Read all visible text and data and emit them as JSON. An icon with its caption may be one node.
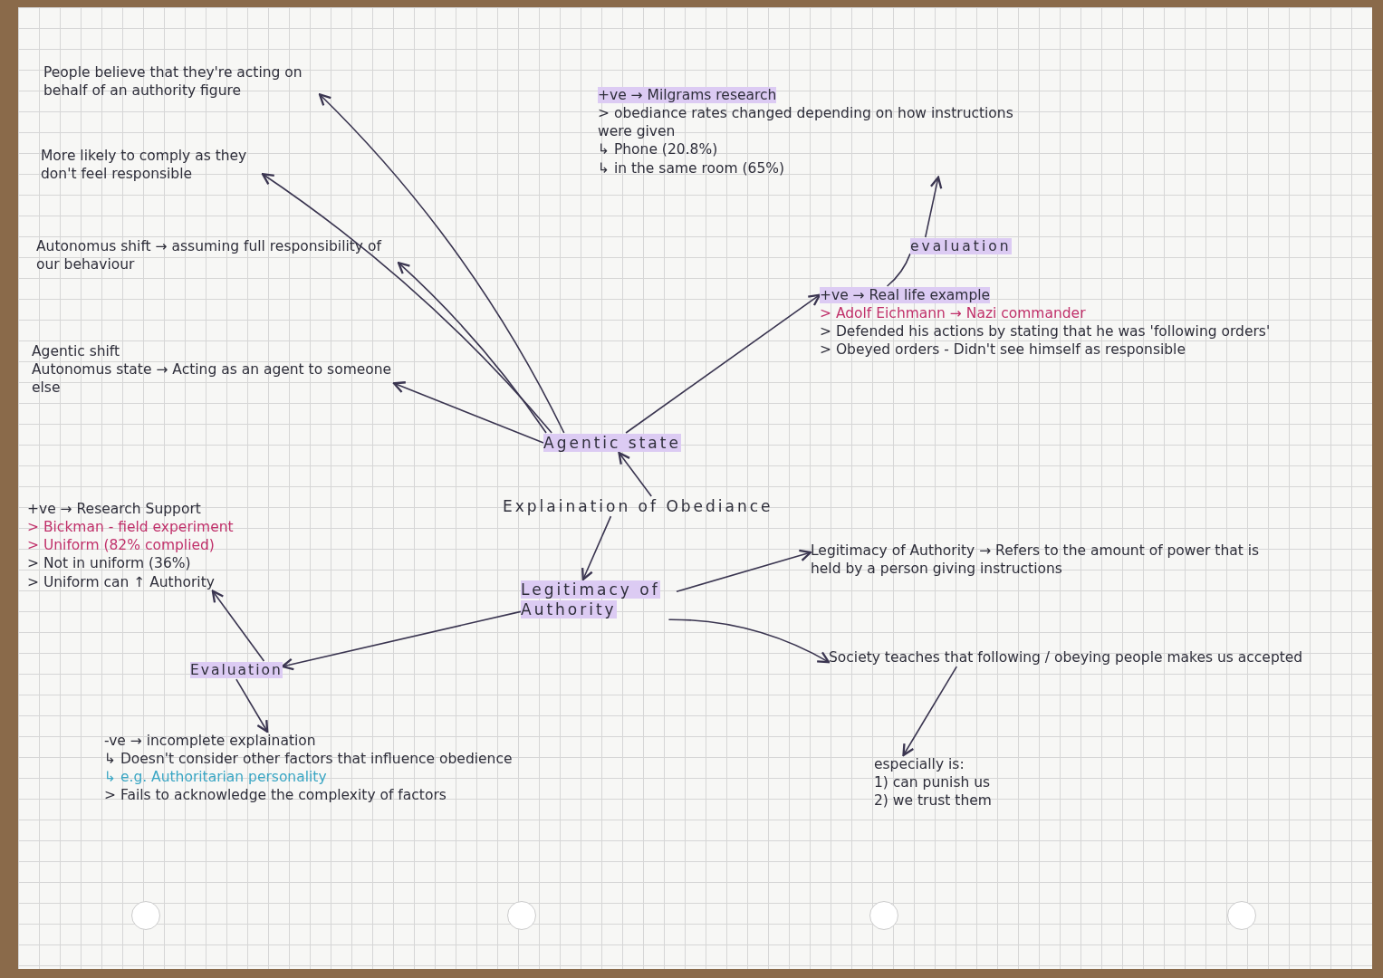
{
  "diagram": {
    "nodes": [
      {
        "text": [
          "Explaination of Obediance"
        ]
      },
      {
        "text": [
          "Agentic state"
        ]
      },
      {
        "text": [
          "Legitimacy of Authority"
        ]
      },
      {
        "text": [
          "People believe that they're acting on behalf of an authority figure"
        ]
      },
      {
        "text": [
          "More likely to comply as they don't feel responsible"
        ]
      },
      {
        "text": [
          "Autonomus shift → assuming full responsibility of our behaviour"
        ]
      },
      {
        "text": [
          "Agentic shift",
          "Autonomus state → Acting as an agent to someone else"
        ]
      },
      {
        "text": [
          "+ve → Milgrams research",
          "> obediance rates changed depending on how instructions were given",
          "↳ Phone (20.8%)",
          "↳ in the same room (65%)"
        ]
      },
      {
        "text": [
          "evaluation"
        ]
      },
      {
        "text": [
          "+ve → Real life example",
          "> Adolf Eichmann → Nazi commander",
          "> Defended his actions by stating that he was 'following orders'",
          "> Obeyed orders - Didn't see himself as responsible"
        ]
      },
      {
        "text": [
          "Legitimacy of Authority → Refers to the amount of power that is held by a person giving instructions"
        ]
      },
      {
        "text": [
          "Society teaches that following / obeying people makes us accepted"
        ]
      },
      {
        "text": [
          "especially is:",
          "1) can punish us",
          "2) we trust them"
        ]
      },
      {
        "text": [
          "+ve → Research Support",
          "> Bickman - field experiment",
          "> Uniform (82% complied)",
          "> Not in uniform (36%)",
          "> Uniform can ↑ Authority"
        ]
      },
      {
        "text": [
          "Evaluation"
        ]
      },
      {
        "text": [
          "-ve → incomplete explaination",
          "↳ Doesn't consider other factors that influence obedience",
          "↳ e.g. Authoritarian personality",
          "> Fails to acknowledge the complexity of factors"
        ]
      }
    ],
    "edges": [
      {
        "from": 1,
        "to": 3,
        "arrow": "to"
      },
      {
        "from": 1,
        "to": 4,
        "arrow": "to"
      },
      {
        "from": 1,
        "to": 5,
        "arrow": "to"
      },
      {
        "from": 1,
        "to": 6,
        "arrow": "to"
      },
      {
        "from": 1,
        "to": 9,
        "arrow": "to"
      },
      {
        "from": 8,
        "to": 7,
        "arrow": "to"
      },
      {
        "from": 8,
        "to": 9,
        "arrow": "none"
      },
      {
        "from": 0,
        "to": 1,
        "arrow": "to"
      },
      {
        "from": 0,
        "to": 2,
        "arrow": "to"
      },
      {
        "from": 2,
        "to": 10,
        "arrow": "to"
      },
      {
        "from": 2,
        "to": 11,
        "arrow": "to"
      },
      {
        "from": 11,
        "to": 12,
        "arrow": "to"
      },
      {
        "from": 2,
        "to": 14,
        "arrow": "to"
      },
      {
        "from": 14,
        "to": 13,
        "arrow": "to"
      },
      {
        "from": 14,
        "to": 15,
        "arrow": "to"
      }
    ]
  }
}
